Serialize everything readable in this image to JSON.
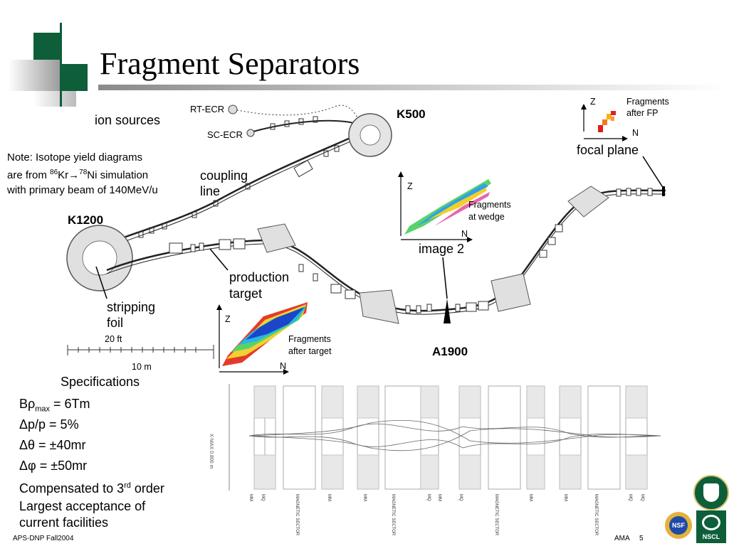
{
  "slide": {
    "title": "Fragment Separators",
    "footer_left": "APS-DNP Fall2004",
    "footer_author": "AMA",
    "page_number": "5"
  },
  "diagram": {
    "rt_ecr": "RT-ECR",
    "sc_ecr": "SC-ECR",
    "ion_sources": "ion sources",
    "k500": "K500",
    "k1200": "K1200",
    "coupling_line_1": "coupling",
    "coupling_line_2": "line",
    "production_target_1": "production",
    "production_target_2": "target",
    "stripping_foil_1": "stripping",
    "stripping_foil_2": "foil",
    "scale_ft": "20 ft",
    "scale_m": "10 m",
    "a1900": "A1900",
    "focal_plane": "focal plane",
    "image2": "image 2"
  },
  "note": {
    "line1": "Note:  Isotope yield diagrams",
    "line2_a": "are from ",
    "line2_sup1": "86",
    "line2_b": "Kr",
    "line2_arrow": "→",
    "line2_sup2": "78",
    "line2_c": "Ni simulation",
    "line3": "with primary beam of 140MeV/u"
  },
  "plots": {
    "fp": {
      "z": "Z",
      "n": "N",
      "label1": "Fragments",
      "label2": "after FP"
    },
    "wedge": {
      "z": "Z",
      "n": "N",
      "label1": "Fragments",
      "label2": "at wedge"
    },
    "target": {
      "z": "Z",
      "n": "N",
      "label1": "Fragments",
      "label2": "after target"
    }
  },
  "specs": {
    "heading": "Specifications",
    "brho_a": "Bρ",
    "brho_sub": "max",
    "brho_b": " = 6Tm",
    "dp": "Δp/p = 5%",
    "dtheta": "Δθ = ±40mr",
    "dphi": "Δφ = ±50mr",
    "order_a": "Compensated to 3",
    "order_sup": "rd",
    "order_b": " order",
    "accept1": "Largest acceptance of",
    "accept2": "current facilities"
  },
  "envelope": {
    "axis_label": "X-MAX   0.800 m",
    "element_labels": [
      "MM",
      "MQ",
      "MAGNETIC SECTOR",
      "MM",
      "MM",
      "MAGNETIC SECTOR",
      "MQ",
      "MM",
      "MQ",
      "MAGNETIC SECTOR",
      "MM",
      "MM",
      "MAGNETIC SECTOR",
      "MQ",
      "MQ"
    ]
  },
  "logos": {
    "nsf": "NSF",
    "nscl": "NSCL"
  },
  "colors": {
    "logo_green": "#0e5e3a",
    "logo_gray": "#9a9a9a",
    "beamline": "#222222"
  }
}
